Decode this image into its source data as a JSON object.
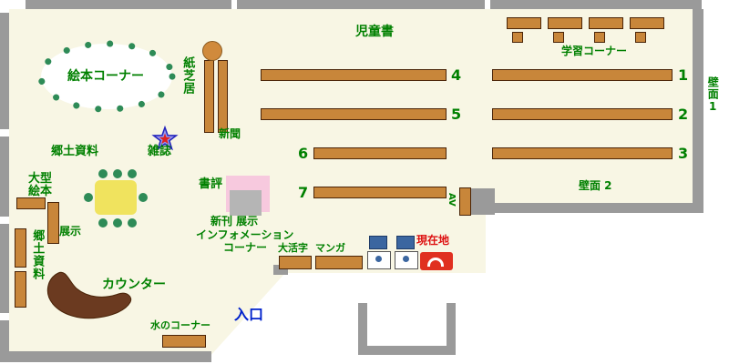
{
  "colors": {
    "floor": "#f8f6e4",
    "wall": "#9a9a9a",
    "shelf": "#c8863a",
    "shelf_border": "#4a2408",
    "label_green": "#008000",
    "entrance_blue": "#0022cc",
    "location_red": "#dd1111",
    "counter_brown": "#6b3a20",
    "table_yellow": "#f0e35e",
    "chair_green": "#2e8b57",
    "display_pink": "#f7c9de",
    "display_gray": "#b5b5b5",
    "machine_blue": "#3b66a0",
    "pillar_orange": "#d08a3c",
    "star_blue": "#9999ee",
    "star_red": "#dd2222"
  },
  "labels": {
    "jidousho": "児童書",
    "gakushuu_corner": "学習コーナー",
    "hekimen1": "壁面1",
    "hekimen2": "壁面 2",
    "shelf_1": "1",
    "shelf_2": "2",
    "shelf_3": "3",
    "shelf_4": "4",
    "shelf_5": "5",
    "shelf_6": "6",
    "shelf_7": "7",
    "ehon_corner": "絵本コーナー",
    "kamishibai": "紙芝居",
    "shinbun": "新聞",
    "zasshi": "雑誌",
    "kyoudo_shiryou": "郷土資料",
    "oogata_ehon": "大型絵本",
    "tenji": "展示",
    "shohyou": "書評",
    "shinkan_tenji": "新刊 展示",
    "information_line1": "インフォメーション",
    "information_line2": "コーナー",
    "kyoudo_shiryou_vertical": "郷土資料",
    "counter": "カウンター",
    "mizu_corner": "水のコーナー",
    "iriguchi": "入口",
    "daikatsuji": "大活字",
    "manga": "マンガ",
    "genzaichi": "現在地",
    "av": "AV"
  }
}
